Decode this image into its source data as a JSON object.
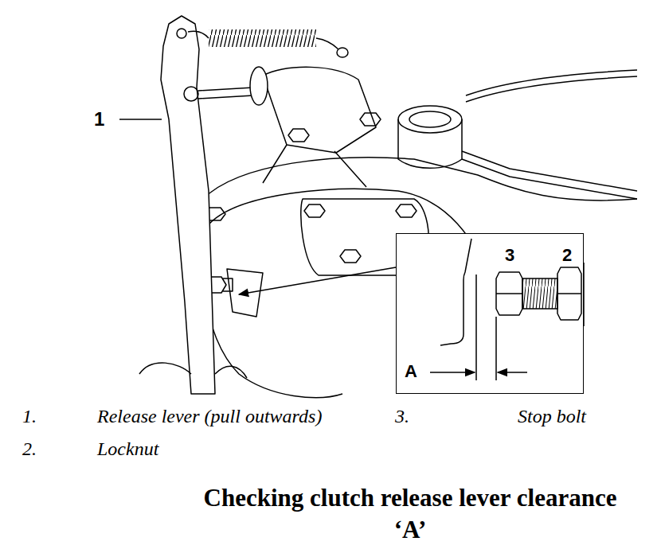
{
  "diagram": {
    "caption": "Checking clutch release lever clearance ‘A’",
    "nodes": [
      {
        "text": [
          "3",
          "2",
          "A"
        ]
      }
    ],
    "labels": [
      "1",
      "1.",
      "Release lever (pull outwards)",
      "3.",
      "Stop bolt",
      "2.",
      "Locknut"
    ]
  }
}
